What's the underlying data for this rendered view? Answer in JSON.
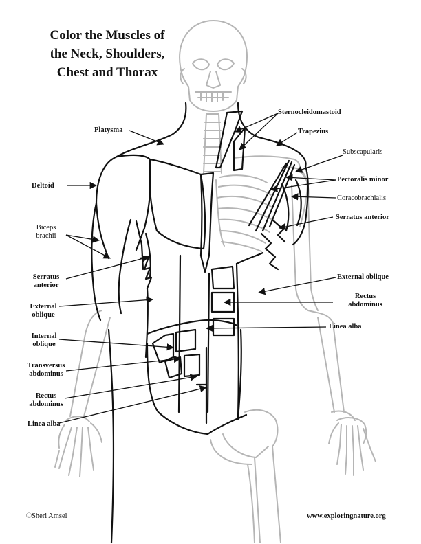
{
  "title": {
    "line1": "Color the Muscles of",
    "line2": "the Neck, Shoulders,",
    "line3": "Chest and Thorax"
  },
  "labels": {
    "sternocleidomastoid": "Sternocleidomastoid",
    "platysma": "Platysma",
    "trapezius": "Trapezius",
    "subscapularis": "Subscapularis",
    "deltoid": "Deltoid",
    "pectoralis_minor": "Pectoralis minor",
    "coracobrachialis": "Coracobrachialis",
    "biceps_1": "Biceps",
    "biceps_2": "brachii",
    "serratus_right": "Serratus anterior",
    "serratus_left_1": "Serratus",
    "serratus_left_2": "anterior",
    "external_oblique_right": "External oblique",
    "external_oblique_left_1": "External",
    "external_oblique_left_2": "oblique",
    "rectus_right_1": "Rectus",
    "rectus_right_2": "abdominus",
    "internal_oblique_1": "Internal",
    "internal_oblique_2": "oblique",
    "linea_alba_right": "Linea alba",
    "transversus_1": "Transversus",
    "transversus_2": "abdominus",
    "rectus_left_1": "Rectus",
    "rectus_left_2": "abdominus",
    "linea_alba_left": "Linea alba"
  },
  "footer": {
    "copyright": "©Sheri Amsel",
    "website": "www.exploringnature.org"
  },
  "colors": {
    "outline": "#111111",
    "skeleton": "#b5b5b5",
    "background": "#ffffff"
  }
}
